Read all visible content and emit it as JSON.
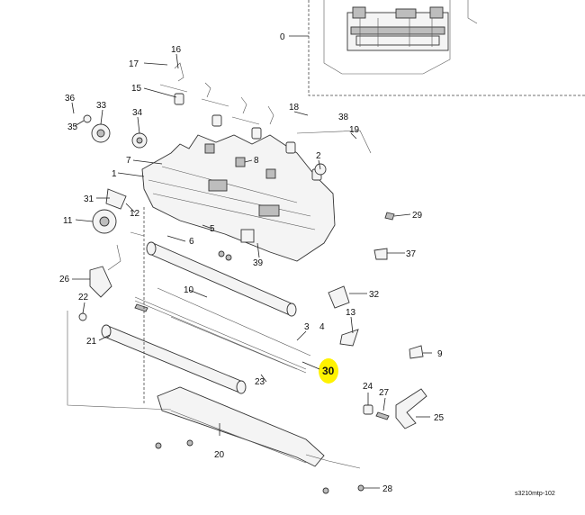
{
  "diagram": {
    "drawing_code": "s3210mtp-102",
    "highlight_color": "#fff200",
    "highlighted_callout": "30",
    "callouts": [
      "0",
      "1",
      "2",
      "3",
      "4",
      "5",
      "6",
      "7",
      "8",
      "9",
      "10",
      "11",
      "12",
      "13",
      "15",
      "16",
      "17",
      "18",
      "19",
      "20",
      "21",
      "22",
      "23",
      "24",
      "25",
      "26",
      "27",
      "28",
      "29",
      "30",
      "31",
      "32",
      "33",
      "34",
      "35",
      "36",
      "37",
      "38",
      "39"
    ]
  }
}
